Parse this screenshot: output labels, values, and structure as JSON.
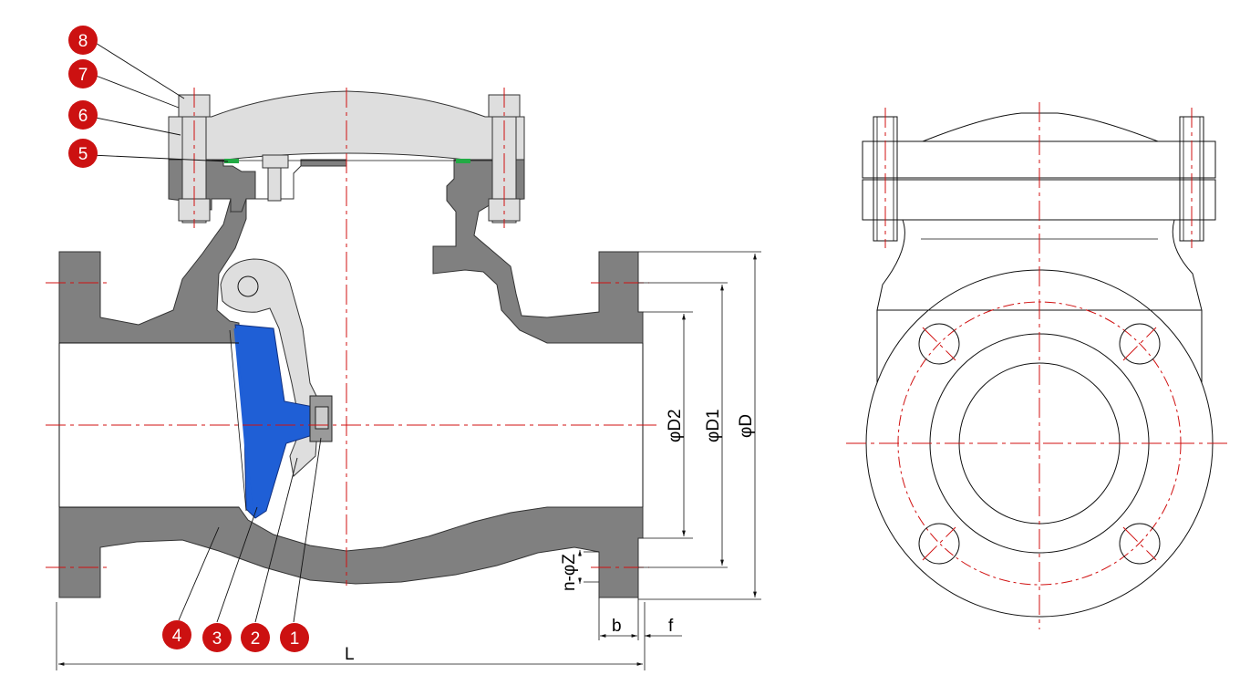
{
  "balloons": [
    {
      "id": "8",
      "label": "8"
    },
    {
      "id": "7",
      "label": "7"
    },
    {
      "id": "6",
      "label": "6"
    },
    {
      "id": "5",
      "label": "5"
    },
    {
      "id": "4",
      "label": "4"
    },
    {
      "id": "3",
      "label": "3"
    },
    {
      "id": "2",
      "label": "2"
    },
    {
      "id": "1",
      "label": "1"
    }
  ],
  "dimensions": {
    "L": "L",
    "b": "b",
    "f": "f",
    "D": "φD",
    "D1": "φD1",
    "D2": "φD2",
    "nZ": "n-φZ"
  },
  "colors": {
    "body": "#808080",
    "cover": "#dedede",
    "disc": "#1f5fd6",
    "centerline": "#d01010",
    "balloon": "#cc1111"
  }
}
